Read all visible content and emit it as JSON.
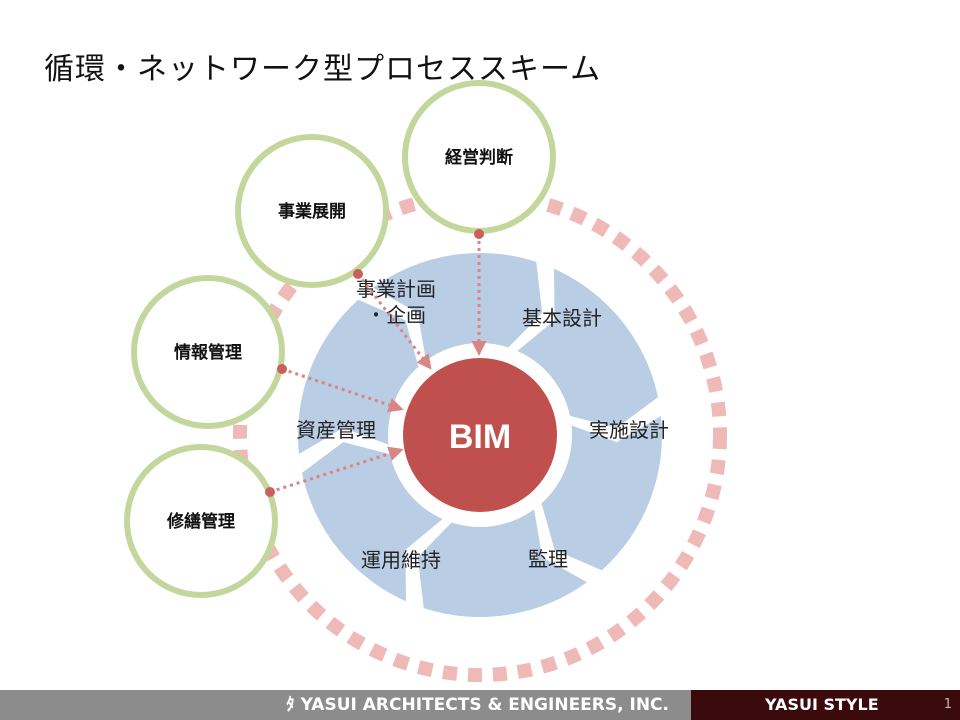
{
  "title": "循環・ネットワーク型プロセススキーム",
  "colors": {
    "center": "#c0504d",
    "arc_segments": "#b9cde5",
    "outer_circles": "#c3d69b",
    "dashed_ring": "#eeb9b7",
    "arrows": "#d98583",
    "footer_left_bg": "#8c8c8c",
    "footer_right_bg": "#3a0a0c"
  },
  "center": {
    "label": "BIM"
  },
  "cycle_segments": [
    {
      "name": "planning",
      "lines": [
        "事業計画",
        "・企画"
      ]
    },
    {
      "name": "basic-design",
      "lines": [
        "基本設計"
      ]
    },
    {
      "name": "detailed-design",
      "lines": [
        "実施設計"
      ]
    },
    {
      "name": "supervision",
      "lines": [
        "監理"
      ]
    },
    {
      "name": "operation",
      "lines": [
        "運用維持"
      ]
    },
    {
      "name": "asset-management",
      "lines": [
        "資産管理"
      ]
    }
  ],
  "outer_nodes": [
    {
      "name": "management-decision",
      "label": "経営判断"
    },
    {
      "name": "business-development",
      "label": "事業展開"
    },
    {
      "name": "information-management",
      "label": "情報管理"
    },
    {
      "name": "repair-management",
      "label": "修繕管理"
    }
  ],
  "footer": {
    "logo_icon": "yasui-logo-icon",
    "company": "YASUI ARCHITECTS & ENGINEERS, INC.",
    "brand": "YASUI STYLE",
    "page_number": "1"
  }
}
